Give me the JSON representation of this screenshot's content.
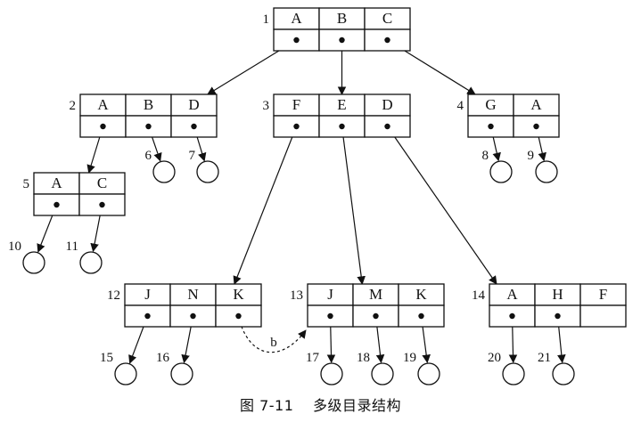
{
  "caption": {
    "figure_number": "图 7-11",
    "title": "多级目录结构"
  },
  "nodes": [
    {
      "id": "n1",
      "label": "1",
      "cells": [
        "A",
        "B",
        "C"
      ],
      "dots": [
        true,
        true,
        true
      ]
    },
    {
      "id": "n2",
      "label": "2",
      "cells": [
        "A",
        "B",
        "D"
      ],
      "dots": [
        true,
        true,
        true
      ]
    },
    {
      "id": "n3",
      "label": "3",
      "cells": [
        "F",
        "E",
        "D"
      ],
      "dots": [
        true,
        true,
        true
      ]
    },
    {
      "id": "n4",
      "label": "4",
      "cells": [
        "G",
        "A"
      ],
      "dots": [
        true,
        true
      ]
    },
    {
      "id": "n5",
      "label": "5",
      "cells": [
        "A",
        "C"
      ],
      "dots": [
        true,
        true
      ]
    },
    {
      "id": "n12",
      "label": "12",
      "cells": [
        "J",
        "N",
        "K"
      ],
      "dots": [
        true,
        true,
        true
      ]
    },
    {
      "id": "n13",
      "label": "13",
      "cells": [
        "J",
        "M",
        "K"
      ],
      "dots": [
        true,
        true,
        true
      ]
    },
    {
      "id": "n14",
      "label": "14",
      "cells": [
        "A",
        "H",
        "F"
      ],
      "dots": [
        true,
        true,
        false
      ]
    }
  ],
  "leaves": [
    {
      "id": "l6",
      "label": "6"
    },
    {
      "id": "l7",
      "label": "7"
    },
    {
      "id": "l8",
      "label": "8"
    },
    {
      "id": "l9",
      "label": "9"
    },
    {
      "id": "l10",
      "label": "10"
    },
    {
      "id": "l11",
      "label": "11"
    },
    {
      "id": "l15",
      "label": "15"
    },
    {
      "id": "l16",
      "label": "16"
    },
    {
      "id": "l17",
      "label": "17"
    },
    {
      "id": "l18",
      "label": "18"
    },
    {
      "id": "l19",
      "label": "19"
    },
    {
      "id": "l20",
      "label": "20"
    },
    {
      "id": "l21",
      "label": "21"
    }
  ],
  "edges": [
    {
      "from": "n1",
      "cell": 0,
      "to": "n2"
    },
    {
      "from": "n1",
      "cell": 1,
      "to": "n3"
    },
    {
      "from": "n1",
      "cell": 2,
      "to": "n4"
    },
    {
      "from": "n2",
      "cell": 0,
      "to": "n5"
    },
    {
      "from": "n2",
      "cell": 1,
      "to": "l6"
    },
    {
      "from": "n2",
      "cell": 2,
      "to": "l7"
    },
    {
      "from": "n3",
      "cell": 0,
      "to": "n12"
    },
    {
      "from": "n3",
      "cell": 1,
      "to": "n13"
    },
    {
      "from": "n3",
      "cell": 2,
      "to": "n14"
    },
    {
      "from": "n4",
      "cell": 0,
      "to": "l8"
    },
    {
      "from": "n4",
      "cell": 1,
      "to": "l9"
    },
    {
      "from": "n5",
      "cell": 0,
      "to": "l10"
    },
    {
      "from": "n5",
      "cell": 1,
      "to": "l11"
    },
    {
      "from": "n12",
      "cell": 0,
      "to": "l15"
    },
    {
      "from": "n12",
      "cell": 1,
      "to": "l16"
    },
    {
      "from": "n13",
      "cell": 0,
      "to": "l17"
    },
    {
      "from": "n13",
      "cell": 1,
      "to": "l18"
    },
    {
      "from": "n13",
      "cell": 2,
      "to": "l19"
    },
    {
      "from": "n14",
      "cell": 0,
      "to": "l20"
    },
    {
      "from": "n14",
      "cell": 1,
      "to": "l21"
    }
  ],
  "link": {
    "from": "n12",
    "cell": 2,
    "to": "n13",
    "label": "b"
  }
}
